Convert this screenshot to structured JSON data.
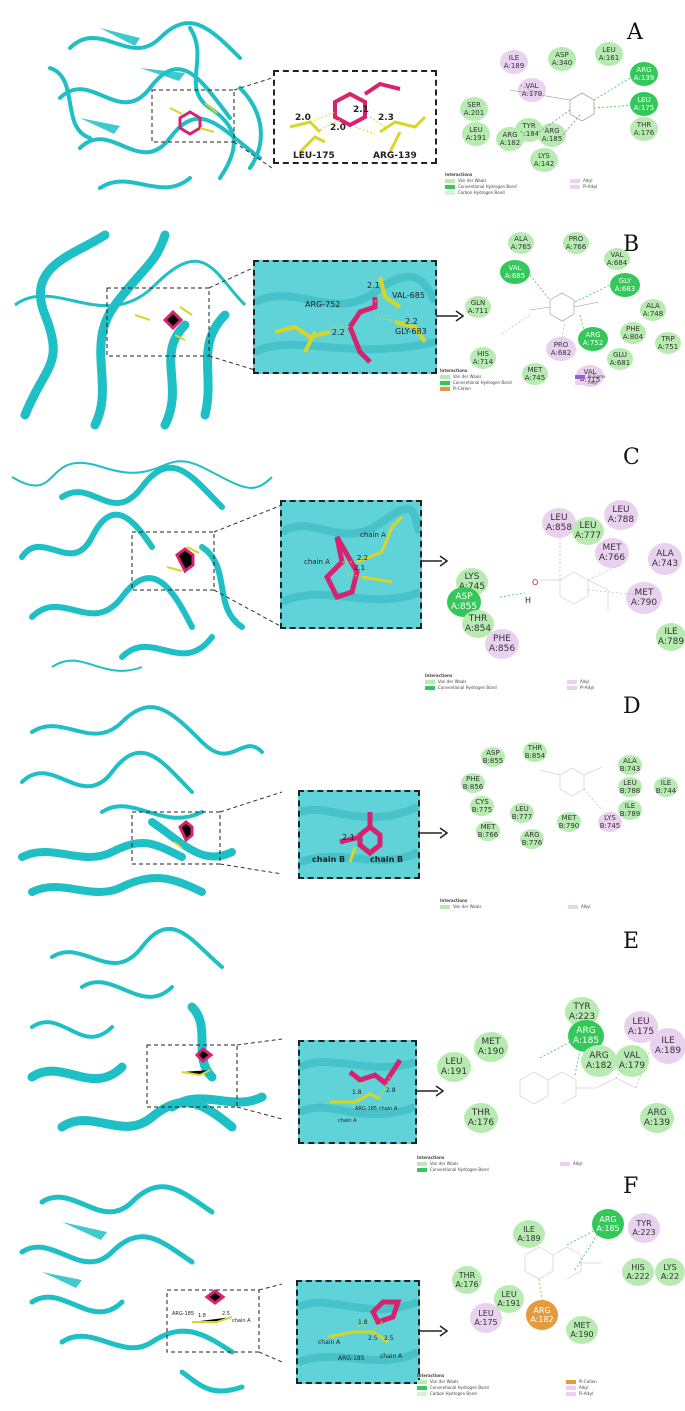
{
  "panels": [
    {
      "letter": "A",
      "zoom_labels": [
        "2.0",
        "2.1",
        "2.0",
        "2.3",
        "LEU-175",
        "ARG-139"
      ],
      "residues": [
        {
          "name": "ILE A:189",
          "type": "alk"
        },
        {
          "name": "ASP A:340",
          "type": "vdw"
        },
        {
          "name": "LEU A:161",
          "type": "vdw"
        },
        {
          "name": "VAL A:179",
          "type": "alk"
        },
        {
          "name": "ARG A:139",
          "type": "hb"
        },
        {
          "name": "SER A:201",
          "type": "vdw"
        },
        {
          "name": "LEU A:191",
          "type": "vdw"
        },
        {
          "name": "TYR A:184",
          "type": "vdw"
        },
        {
          "name": "ARG A:182",
          "type": "vdw"
        },
        {
          "name": "ARG A:185",
          "type": "vdw"
        },
        {
          "name": "LEU A:175",
          "type": "hb"
        },
        {
          "name": "THR A:176",
          "type": "vdw"
        },
        {
          "name": "LYS A:142",
          "type": "vdw"
        }
      ],
      "legend_left": [
        "Interactions",
        "Van der Waals",
        "Conventional Hydrogen Bond",
        "Carbon Hydrogen Bond"
      ],
      "legend_right": [
        "Alkyl",
        "Pi-Alkyl"
      ]
    },
    {
      "letter": "B",
      "zoom_labels": [
        "ARG-752",
        "2.1",
        "VAL-685",
        "2.2",
        "2.2",
        "GLY-683"
      ],
      "residues": [
        {
          "name": "ALA A:765",
          "type": "vdw"
        },
        {
          "name": "PRO A:766",
          "type": "vdw"
        },
        {
          "name": "VAL A:684",
          "type": "vdw"
        },
        {
          "name": "VAL A:685",
          "type": "hb"
        },
        {
          "name": "GLY A:683",
          "type": "hb"
        },
        {
          "name": "GLN A:711",
          "type": "vdw"
        },
        {
          "name": "ALA A:748",
          "type": "vdw"
        },
        {
          "name": "PHE A:804",
          "type": "vdw"
        },
        {
          "name": "ARG A:752",
          "type": "hb"
        },
        {
          "name": "TRP A:751",
          "type": "vdw"
        },
        {
          "name": "PRO A:682",
          "type": "alk"
        },
        {
          "name": "GLU A:681",
          "type": "vdw"
        },
        {
          "name": "HIS A:714",
          "type": "vdw"
        },
        {
          "name": "MET A:745",
          "type": "vdw"
        },
        {
          "name": "VAL A:715",
          "type": "alk"
        }
      ],
      "legend_left": [
        "Interactions",
        "Van der Waals",
        "Conventional Hydrogen Bond",
        "Pi-Cation"
      ],
      "legend_right": [
        "Pi-Sigma",
        "Alkyl"
      ]
    },
    {
      "letter": "C",
      "zoom_labels": [
        "chain A",
        "chain A",
        "2.2",
        "2.1"
      ],
      "residues": [
        {
          "name": "LEU A:858",
          "type": "alk"
        },
        {
          "name": "LEU A:788",
          "type": "alk"
        },
        {
          "name": "LEU A:777",
          "type": "vdw"
        },
        {
          "name": "MET A:766",
          "type": "alk"
        },
        {
          "name": "ALA A:743",
          "type": "alk"
        },
        {
          "name": "LYS A:745",
          "type": "vdw"
        },
        {
          "name": "ASP A:855",
          "type": "hb"
        },
        {
          "name": "MET A:790",
          "type": "alk"
        },
        {
          "name": "THR A:854",
          "type": "vdw"
        },
        {
          "name": "PHE A:856",
          "type": "alk"
        },
        {
          "name": "ILE A:789",
          "type": "vdw"
        }
      ],
      "ligand_text": [
        "O",
        "H"
      ],
      "legend_left": [
        "Interactions",
        "Van der Waals",
        "Conventional Hydrogen Bond"
      ],
      "legend_right": [
        "Alkyl",
        "Pi-Alkyl"
      ]
    },
    {
      "letter": "D",
      "zoom_labels": [
        "2.1",
        "chain B",
        "chain B"
      ],
      "residues": [
        {
          "name": "ASP B:855",
          "type": "vdw"
        },
        {
          "name": "THR B:854",
          "type": "vdw"
        },
        {
          "name": "ALA B:743",
          "type": "vdw"
        },
        {
          "name": "PHE B:856",
          "type": "vdw"
        },
        {
          "name": "LEU B:788",
          "type": "vdw"
        },
        {
          "name": "ILE B:744",
          "type": "vdw"
        },
        {
          "name": "CYS B:775",
          "type": "vdw"
        },
        {
          "name": "ILE B:789",
          "type": "vdw"
        },
        {
          "name": "LEU B:777",
          "type": "vdw"
        },
        {
          "name": "MET B:790",
          "type": "vdw"
        },
        {
          "name": "LYS B:745",
          "type": "alk"
        },
        {
          "name": "MET B:766",
          "type": "vdw"
        },
        {
          "name": "ARG B:776",
          "type": "vdw"
        }
      ],
      "legend_left": [
        "Interactions",
        "Van der Waals"
      ],
      "legend_right": [
        "Alkyl"
      ]
    },
    {
      "letter": "E",
      "zoom_labels": [
        "1.8",
        "2.8",
        "ARG-185 chain A",
        "chain A"
      ],
      "residues": [
        {
          "name": "TYR A:223",
          "type": "vdw"
        },
        {
          "name": "LEU A:175",
          "type": "alk"
        },
        {
          "name": "MET A:190",
          "type": "vdw"
        },
        {
          "name": "ARG A:185",
          "type": "hb"
        },
        {
          "name": "ILE A:189",
          "type": "alk"
        },
        {
          "name": "LEU A:191",
          "type": "vdw"
        },
        {
          "name": "ARG A:182",
          "type": "vdw"
        },
        {
          "name": "VAL A:179",
          "type": "vdw"
        },
        {
          "name": "THR A:176",
          "type": "vdw"
        },
        {
          "name": "ARG A:139",
          "type": "vdw"
        }
      ],
      "legend_left": [
        "Interactions",
        "Van der Waals",
        "Conventional Hydrogen Bond"
      ],
      "legend_right": [
        "Alkyl"
      ]
    },
    {
      "letter": "F",
      "zoom_labels": [
        "1.8",
        "chain A",
        "2.5",
        "2.5",
        "ARG-185",
        "chain A"
      ],
      "protein_labels": [
        "ARG-185",
        "1.8",
        "2.5",
        "chain A"
      ],
      "residues": [
        {
          "name": "ILE A:189",
          "type": "vdw"
        },
        {
          "name": "ARG A:185",
          "type": "hb"
        },
        {
          "name": "TYR A:223",
          "type": "alk"
        },
        {
          "name": "THR A:176",
          "type": "vdw"
        },
        {
          "name": "HIS A:222",
          "type": "vdw"
        },
        {
          "name": "LYS A:22",
          "type": "vdw"
        },
        {
          "name": "LEU A:191",
          "type": "vdw"
        },
        {
          "name": "LEU A:175",
          "type": "alk"
        },
        {
          "name": "ARG A:182",
          "type": "cat"
        },
        {
          "name": "MET A:190",
          "type": "vdw"
        }
      ],
      "legend_left": [
        "Interactions",
        "Van der Waals",
        "Conventional Hydrogen Bond",
        "Carbon Hydrogen Bond"
      ],
      "legend_right": [
        "Pi-Cation",
        "Alkyl",
        "Pi-Alkyl"
      ]
    }
  ],
  "colors": {
    "protein": "#1fbfc6",
    "ligand": "#d6226f",
    "residue_stick": "#d9d526",
    "vdw": "#b7ebb2",
    "hbond": "#34c85a",
    "alkyl": "#ead1f0",
    "pi_cation": "#e59a3d"
  }
}
